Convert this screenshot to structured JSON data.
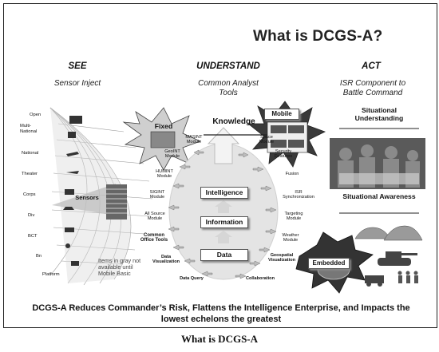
{
  "title": "What is DCGS-A?",
  "columns": {
    "see": {
      "heading": "SEE",
      "sub": "Sensor Inject"
    },
    "understand": {
      "heading": "UNDERSTAND",
      "sub_line1": "Common Analyst",
      "sub_line2": "Tools"
    },
    "act": {
      "heading": "ACT",
      "sub_line1": "ISR Component to",
      "sub_line2": "Battle Command"
    }
  },
  "echelons": [
    "Open",
    "Multi-National",
    "National",
    "Theater",
    "Corps",
    "Div",
    "BCT",
    "Bn",
    "Platform"
  ],
  "sensors_label": "Sensors",
  "fixed_label": "Fixed",
  "mobile_label": "Mobile",
  "embedded_label": "Embedded",
  "pyramid": {
    "knowledge": "Knowledge",
    "intelligence": "Intelligence",
    "information": "Information",
    "data": "Data"
  },
  "modules": {
    "masint": "MASINT Module",
    "space": "Space Module",
    "geoint": "GeoINT Module",
    "security": "Security Features",
    "humint": "HUMINT Module",
    "fusion": "Fusion",
    "sigint": "SIGINT Module",
    "isr_sync": "ISR Synchronization",
    "all_source": "All Source Module",
    "targeting": "Targeting Module",
    "common_office": "Common Office Tools",
    "weather": "Weather Module",
    "data_vis": "Data Visualization",
    "geo_vis": "Geospatial Visualization",
    "data_query": "Data Query",
    "collaboration": "Collaboration"
  },
  "gray_note": "Items in gray not available until Mobile Basic",
  "situational_understanding": "Situational Understanding",
  "situational_awareness": "Situational Awareness",
  "bottom_line1": "DCGS-A Reduces Commander’s Risk, Flattens the Intelligence Enterprise, and Impacts the",
  "bottom_line2": "lowest echelons the greatest",
  "caption": "What is DCGS-A"
}
